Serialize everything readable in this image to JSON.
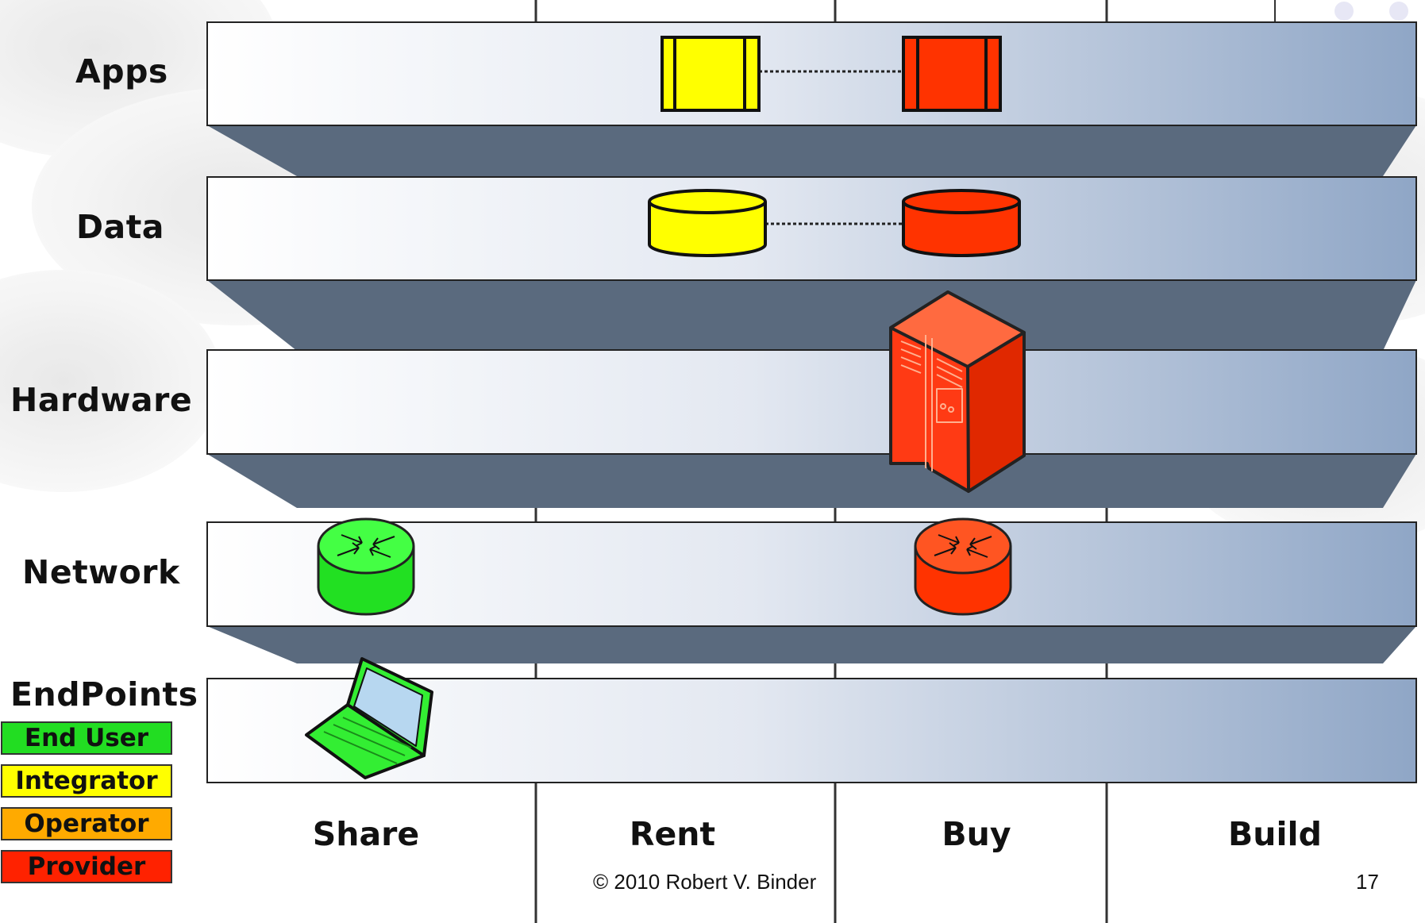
{
  "layers": [
    {
      "label": "Apps"
    },
    {
      "label": "Data"
    },
    {
      "label": "Hardware"
    },
    {
      "label": "Network"
    },
    {
      "label": "EndPoints"
    }
  ],
  "columns": [
    "Share",
    "Rent",
    "Buy",
    "Build"
  ],
  "legend": [
    {
      "label": "End User",
      "color": "#22dd22"
    },
    {
      "label": "Integrator",
      "color": "#ffff00"
    },
    {
      "label": "Operator",
      "color": "#ffaa00"
    },
    {
      "label": "Provider",
      "color": "#ff2200"
    }
  ],
  "footer": {
    "copyright": "© 2010 Robert V. Binder",
    "page_number": "17"
  },
  "colors": {
    "integrator": "#ffff00",
    "provider": "#ff3300",
    "end_user": "#22ee22",
    "slab_shadow": "#5a6a7e"
  },
  "icons": [
    "app-module-icon",
    "database-icon",
    "server-cabinet-icon",
    "router-icon",
    "laptop-icon"
  ]
}
